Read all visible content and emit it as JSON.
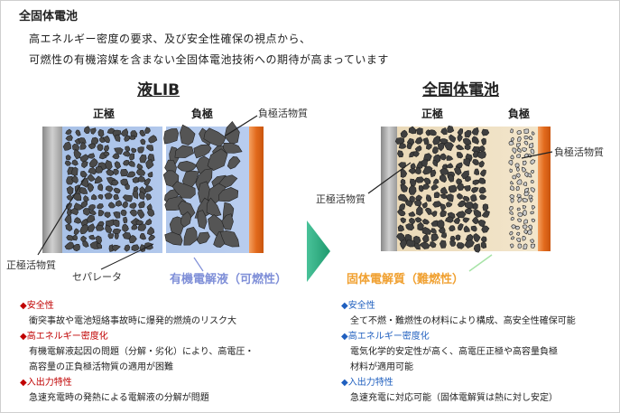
{
  "header": {
    "title": "全固体電池",
    "line1": "高エネルギー密度の要求、及び安全性確保の視点から、",
    "line2": "可燃性の有機溶媒を含まない全固体電池技術への期待が高まっています"
  },
  "lib": {
    "title": "液LIB",
    "cathode_label": "正極",
    "anode_label": "負極",
    "anode_material": "負極活物質",
    "cathode_material": "正極活物質",
    "separator": "セパレータ",
    "electrolyte": "有機電解液（可燃性）",
    "bullets": [
      {
        "head": "◆安全性",
        "text": "衝突事故や電池短絡事故時に爆発的燃焼のリスク大"
      },
      {
        "head": "◆高エネルギー密度化",
        "text": "有機電解液起因の問題（分解・劣化）により、高電圧・",
        "text2": "高容量の正負極活物質の適用が困難"
      },
      {
        "head": "◆入出力特性",
        "text": "急速充電時の発熱による電解液の分解が問題"
      }
    ]
  },
  "ssb": {
    "title": "全固体電池",
    "cathode_label": "正極",
    "anode_label": "負極",
    "anode_material": "負極活物質",
    "cathode_material": "正極活物質",
    "electrolyte": "固体電解質（難燃性）",
    "bullets": [
      {
        "head": "◆安全性",
        "text": "全て不燃・難燃性の材料により構成、高安全性確保可能"
      },
      {
        "head": "◆高エネルギー密度化",
        "text": "電気化学的安定性が高く、高電圧正極や高容量負極",
        "text2": "材料が適用可能"
      },
      {
        "head": "◆入出力特性",
        "text": "急速充電に対応可能（固体電解質は熱に対し安定）"
      }
    ]
  },
  "colors": {
    "red_head": "#c00000",
    "blue_head": "#1f5fbf",
    "electrolyte_lib": "#7f8fd8",
    "electrolyte_ssb": "#f0a030",
    "arrow": "#2eaa7f",
    "collector": "#e87a2a"
  }
}
